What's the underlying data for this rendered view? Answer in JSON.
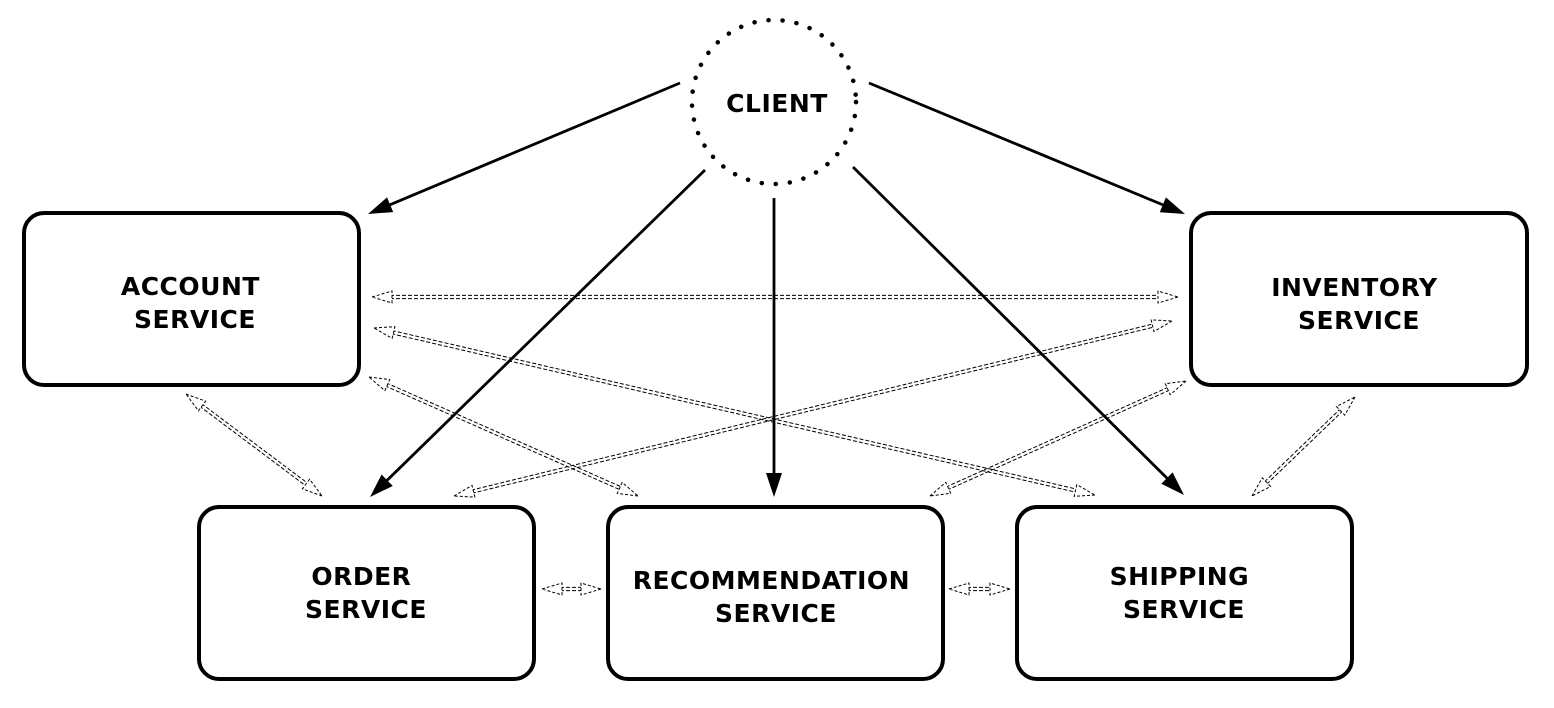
{
  "nodes": {
    "client": {
      "label": "CLIENT"
    },
    "account": {
      "label": [
        "ACCOUNT",
        "SERVICE"
      ]
    },
    "inventory": {
      "label": [
        "INVENTORY",
        "SERVICE"
      ]
    },
    "order": {
      "label": [
        "ORDER",
        "SERVICE"
      ]
    },
    "recommendation": {
      "label": [
        "RECOMMENDATION",
        "SERVICE"
      ]
    },
    "shipping": {
      "label": [
        "SHIPPING",
        "SERVICE"
      ]
    }
  },
  "client_requests": [
    {
      "from": "client",
      "to": "account"
    },
    {
      "from": "client",
      "to": "inventory"
    },
    {
      "from": "client",
      "to": "order"
    },
    {
      "from": "client",
      "to": "recommendation"
    },
    {
      "from": "client",
      "to": "shipping"
    }
  ],
  "service_links": [
    {
      "a": "account",
      "b": "inventory"
    },
    {
      "a": "account",
      "b": "shipping"
    },
    {
      "a": "account",
      "b": "recommendation"
    },
    {
      "a": "account",
      "b": "order"
    },
    {
      "a": "order",
      "b": "inventory"
    },
    {
      "a": "recommendation",
      "b": "inventory"
    },
    {
      "a": "inventory",
      "b": "shipping"
    },
    {
      "a": "order",
      "b": "recommendation"
    },
    {
      "a": "recommendation",
      "b": "shipping"
    }
  ]
}
